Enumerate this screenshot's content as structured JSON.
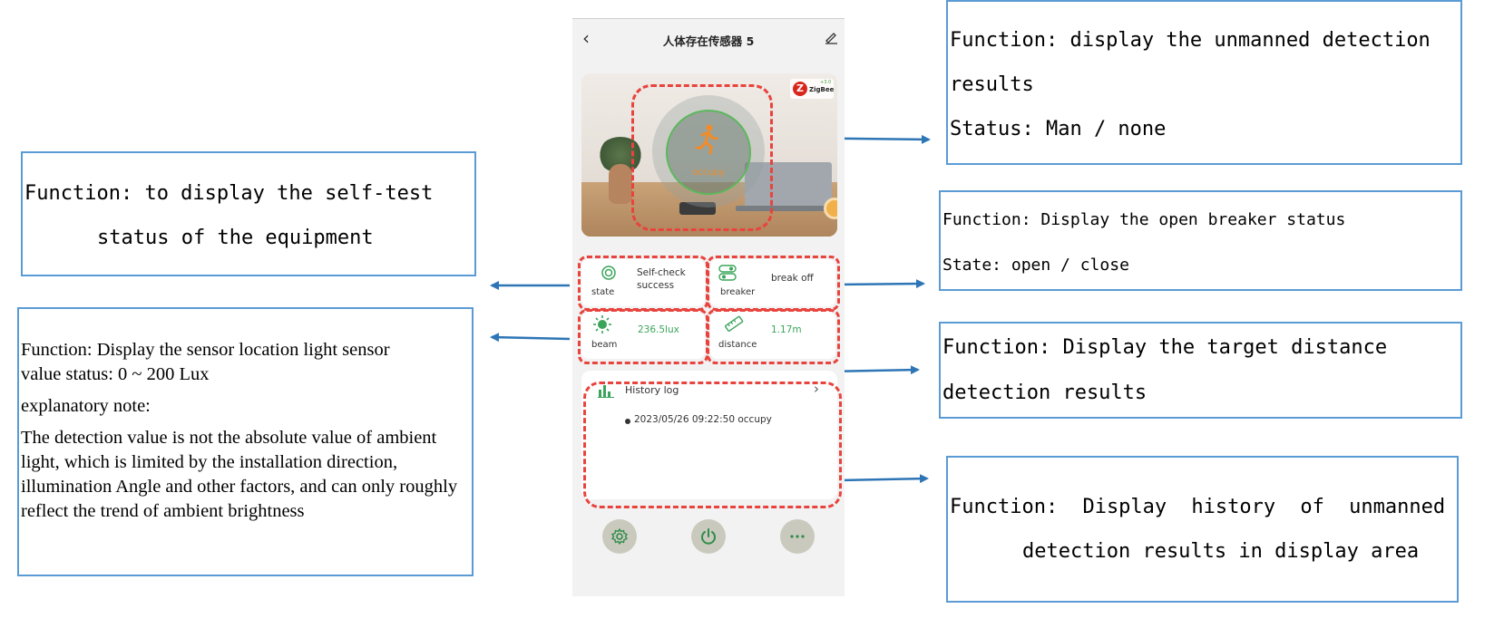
{
  "annotations": {
    "self_test": {
      "line1": "Function: to display the self-test",
      "line2": "status of the equipment"
    },
    "light": {
      "line1": "Function: Display the sensor location light sensor",
      "line2": "value status: 0 ~ 200 Lux",
      "line3": "explanatory note:",
      "line4": "The detection value is not the absolute value of ambient light, which is limited by the installation direction, illumination Angle and other factors, and can only roughly reflect the trend of ambient brightness"
    },
    "unmanned": {
      "line1": "Function: display the unmanned detection",
      "line2": "results",
      "line3": "Status: Man / none"
    },
    "breaker": {
      "line1": "Function: Display the open breaker status",
      "line2": "State: open / close"
    },
    "distance": {
      "line1": "Function: Display the target distance",
      "line2": "detection results"
    },
    "history": {
      "line1": "Function: Display history of unmanned",
      "line2": "detection results in display area"
    }
  },
  "app": {
    "title": "人体存在传感器 5",
    "back_icon": "chevron-left-icon",
    "edit_icon": "pencil-icon",
    "hero": {
      "status_text": "occupy",
      "status_icon": "running-person-icon",
      "brand_logo": "zigbee-logo",
      "brand_logo_text": "ZigBee",
      "brand_logo_plus": "+3.0"
    },
    "tiles": {
      "state": {
        "label": "state",
        "value": "Self-check success",
        "icon": "target-icon"
      },
      "breaker": {
        "label": "breaker",
        "value": "break off",
        "icon": "toggle-icon"
      },
      "beam": {
        "label": "beam",
        "value": "236.5lux",
        "icon": "sun-icon"
      },
      "distance": {
        "label": "distance",
        "value": "1.17m",
        "icon": "ruler-icon"
      }
    },
    "history": {
      "title": "History log",
      "entry": "2023/05/26 09:22:50 occupy"
    },
    "bottom_buttons": [
      "settings-icon",
      "power-icon",
      "more-icon"
    ]
  },
  "colors": {
    "annotation_border": "#5b9bd5",
    "arrow": "#2e75b6",
    "highlight_dash": "#e9433d",
    "accent_green": "#3aa55a",
    "occupy_orange": "#f08c2b"
  }
}
